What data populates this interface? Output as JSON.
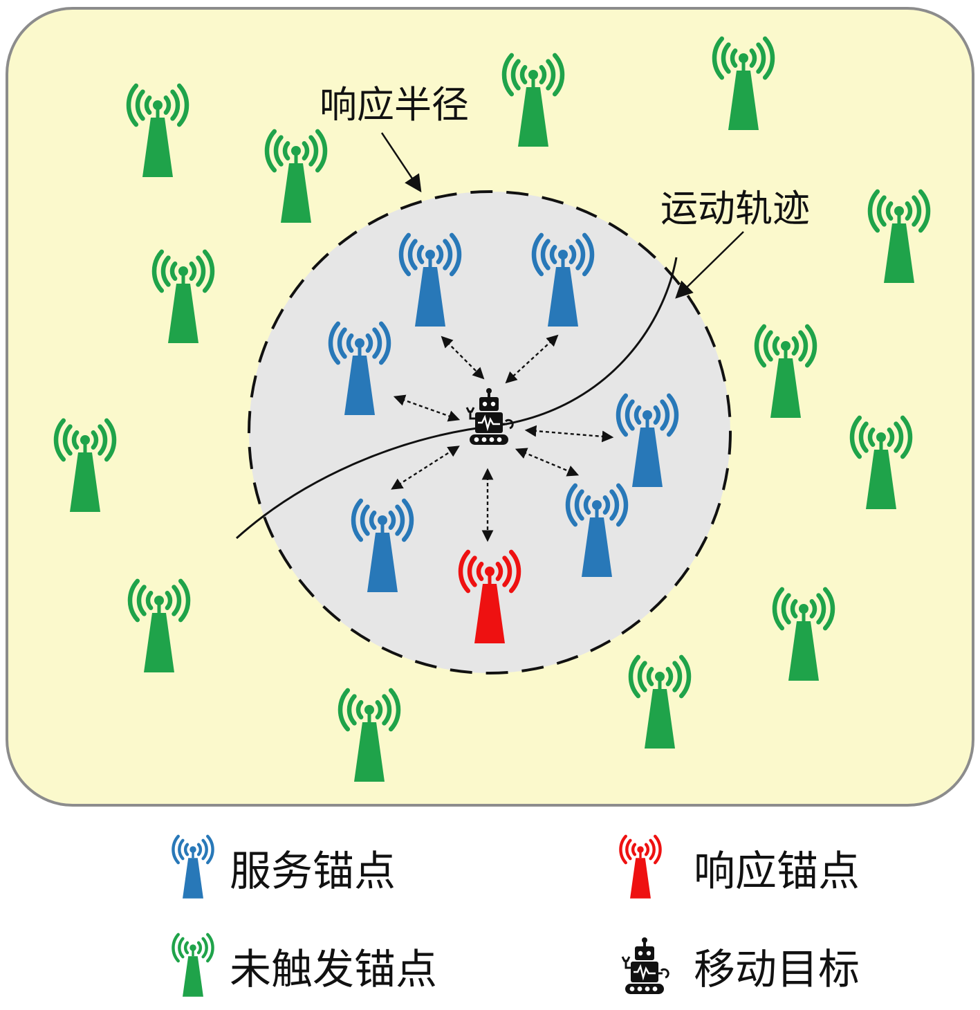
{
  "colors": {
    "field_bg": "#fbf9cc",
    "field_border": "#8c8c8c",
    "zone_fill": "#e6e6e6",
    "service": "#2878b8",
    "response": "#ee1111",
    "idle": "#1fa34a",
    "ink": "#111111"
  },
  "labels": {
    "radius": "响应半径",
    "trajectory": "运动轨迹"
  },
  "legend": {
    "service": "服务锚点",
    "response": "响应锚点",
    "idle": "未触发锚点",
    "target": "移动目标"
  },
  "icons": {
    "anchor": "radio-tower-icon",
    "target": "robot-icon"
  }
}
